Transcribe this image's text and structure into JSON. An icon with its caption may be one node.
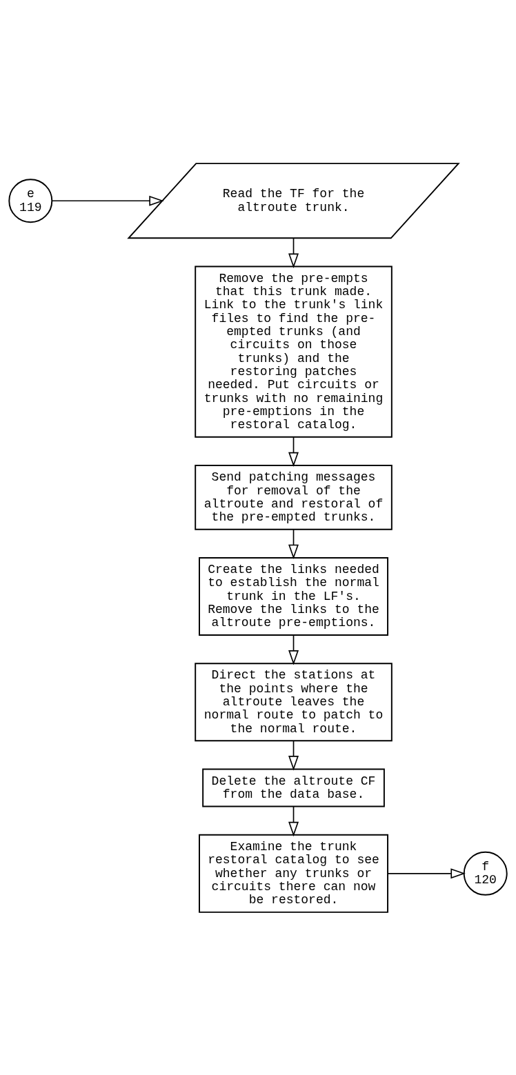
{
  "diagram": {
    "nodes": [
      {
        "text": [
          "Read the TF for the altroute trunk."
        ]
      },
      {
        "text": [
          "e",
          "119"
        ]
      },
      {
        "text": [
          "Remove the pre-empts that this trunk made. Link to the trunk's link files to find the pre-empted trunks (and circuits on those trunks) and the restoring patches needed. Put circuits or trunks with no remaining pre-emptions in the restoral catalog."
        ]
      },
      {
        "text": [
          "Send patching messages for removal of the altroute and restoral of the pre-empted trunks."
        ]
      },
      {
        "text": [
          "Create the links needed to establish the normal trunk in the LF's. Remove the links to the altroute pre-emptions."
        ]
      },
      {
        "text": [
          "Direct the stations at the points where the altroute leaves the normal route to patch to the normal route."
        ]
      },
      {
        "text": [
          "Delete the altroute CF from the data base."
        ]
      },
      {
        "text": [
          "Examine the trunk restoral catalog to see whether any trunks or circuits there can now be restored."
        ]
      },
      {
        "text": [
          "f",
          "120"
        ]
      }
    ],
    "edges": [
      {
        "from": 1,
        "to": 0,
        "arrow": "to"
      },
      {
        "from": 0,
        "to": 2,
        "arrow": "to"
      },
      {
        "from": 2,
        "to": 3,
        "arrow": "to"
      },
      {
        "from": 3,
        "to": 4,
        "arrow": "to"
      },
      {
        "from": 4,
        "to": 5,
        "arrow": "to"
      },
      {
        "from": 5,
        "to": 6,
        "arrow": "to"
      },
      {
        "from": 6,
        "to": 7,
        "arrow": "to"
      },
      {
        "from": 7,
        "to": 8,
        "arrow": "to"
      }
    ]
  }
}
